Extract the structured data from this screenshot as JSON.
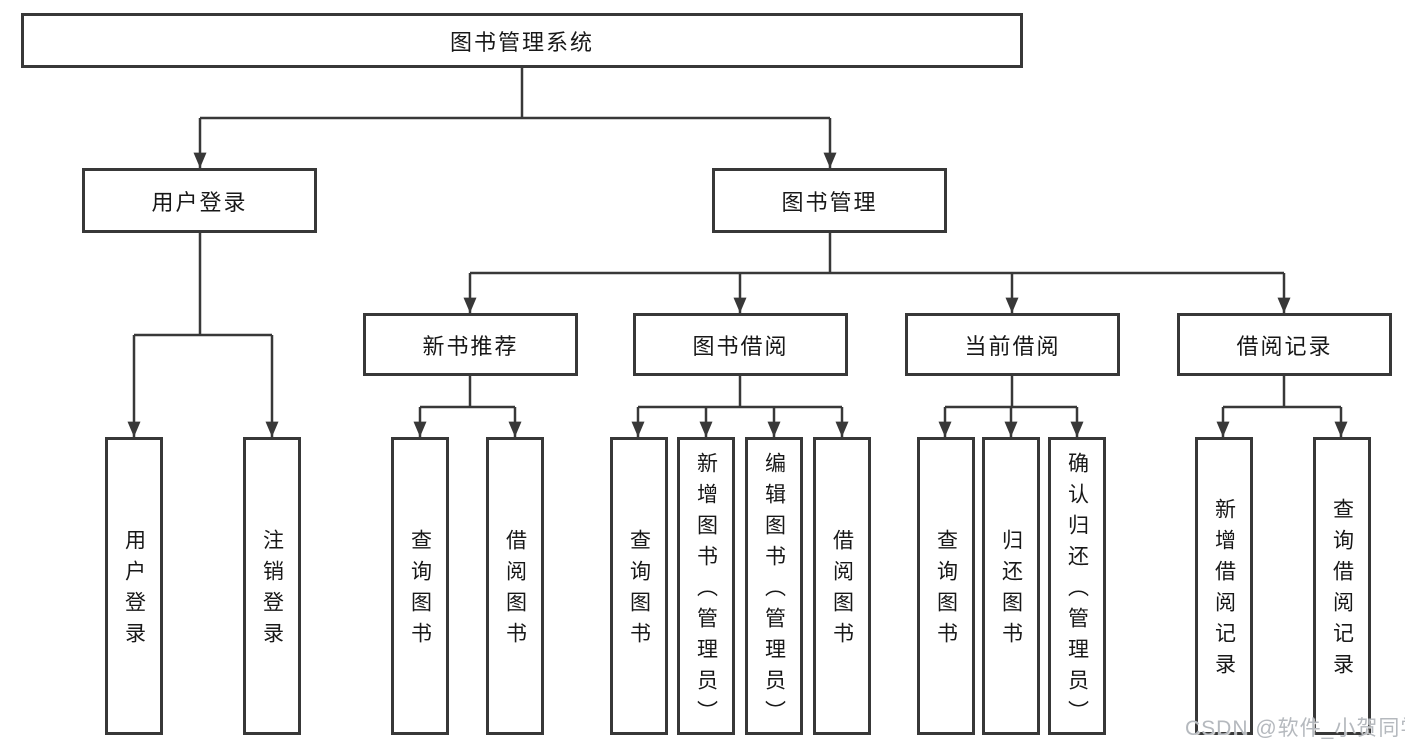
{
  "diagram": {
    "root": {
      "label": "图书管理系统"
    },
    "level2": [
      {
        "label": "用户登录"
      },
      {
        "label": "图书管理"
      }
    ],
    "level3": [
      {
        "label": "新书推荐"
      },
      {
        "label": "图书借阅"
      },
      {
        "label": "当前借阅"
      },
      {
        "label": "借阅记录"
      }
    ],
    "leaves": [
      {
        "label": "用户登录"
      },
      {
        "label": "注销登录"
      },
      {
        "label": "查询图书"
      },
      {
        "label": "借阅图书"
      },
      {
        "label": "查询图书"
      },
      {
        "label": "新增图书（管理员）"
      },
      {
        "label": "编辑图书（管理员）"
      },
      {
        "label": "借阅图书"
      },
      {
        "label": "查询图书"
      },
      {
        "label": "归还图书"
      },
      {
        "label": "确认归还（管理员）"
      },
      {
        "label": "新增借阅记录"
      },
      {
        "label": "查询借阅记录"
      }
    ]
  },
  "watermark": {
    "text": "CSDN @软件_小贺同学"
  },
  "colors": {
    "line": "#383838",
    "text": "#181818",
    "background": "#ffffff",
    "watermark": "#b5b9be"
  }
}
